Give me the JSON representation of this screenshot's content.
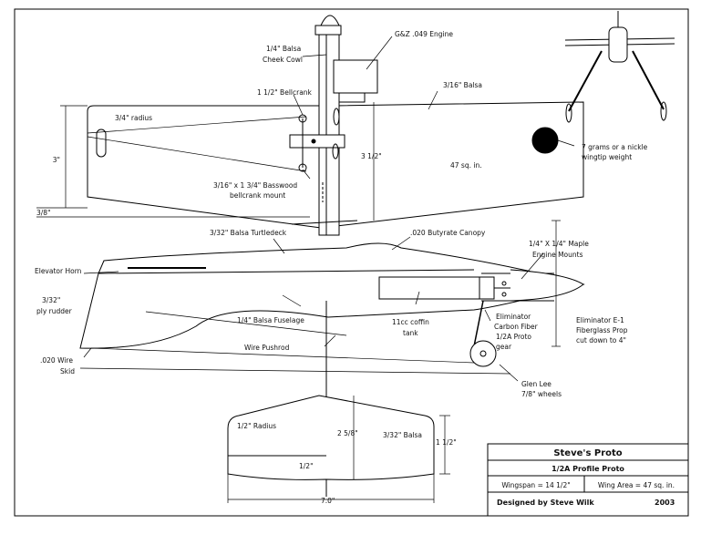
{
  "labels": {
    "engine": "G&Z .049 Engine",
    "cheek_cowl_1": "1/4\" Balsa",
    "cheek_cowl_2": "Cheek Cowl",
    "wing_balsa": "3/16\" Balsa",
    "bellcrank": "1 1/2\" Bellcrank",
    "radius": "3/4\" radius",
    "dim_3": "3\"",
    "dim_3_5": "3 1/2\"",
    "area_wing": "47 sq. in.",
    "weight_1": "7 grams or a nickle",
    "weight_2": "wingtip weight",
    "mount_1": "3/16\" x 1 3/4\" Basswood",
    "mount_2": "bellcrank mount",
    "dim_3_8": "3/8\"",
    "turtledeck": "3/32\" Balsa Turtledeck",
    "canopy": ".020 Butyrate Canopy",
    "maple_1": "1/4\" X 1/4\" Maple",
    "maple_2": "Engine Mounts",
    "elevator_horn": "Elevator Horn",
    "rudder_1": "3/32\"",
    "rudder_2": "ply rudder",
    "fuselage": "1/4\" Balsa Fuselage",
    "tank_1": "11cc coffin",
    "tank_2": "tank",
    "gear_1": "Eliminator",
    "gear_2": "Carbon Fiber",
    "gear_3": "1/2A Proto",
    "gear_4": "gear",
    "prop_1": "Eliminator E-1",
    "prop_2": "Fiberglass Prop",
    "prop_3": "cut down to 4\"",
    "pushrod": "Wire Pushrod",
    "skid_1": ".020 Wire",
    "skid_2": "Skid",
    "wheels_1": "Glen Lee",
    "wheels_2": "7/8\" wheels",
    "stab_radius": "1/2\" Radius",
    "stab_chord": "2 5/8\"",
    "stab_balsa": "3/32\" Balsa",
    "stab_1_5": "1 1/2\"",
    "stab_half": "1/2\"",
    "stab_span": "7.0\""
  },
  "title_block": {
    "name": "Steve's Proto",
    "subtitle": "1/2A Profile Proto",
    "wingspan": "Wingspan = 14 1/2\"",
    "wing_area": "Wing Area = 47 sq. in.",
    "designer": "Designed by Steve Wilk",
    "year": "2003"
  }
}
